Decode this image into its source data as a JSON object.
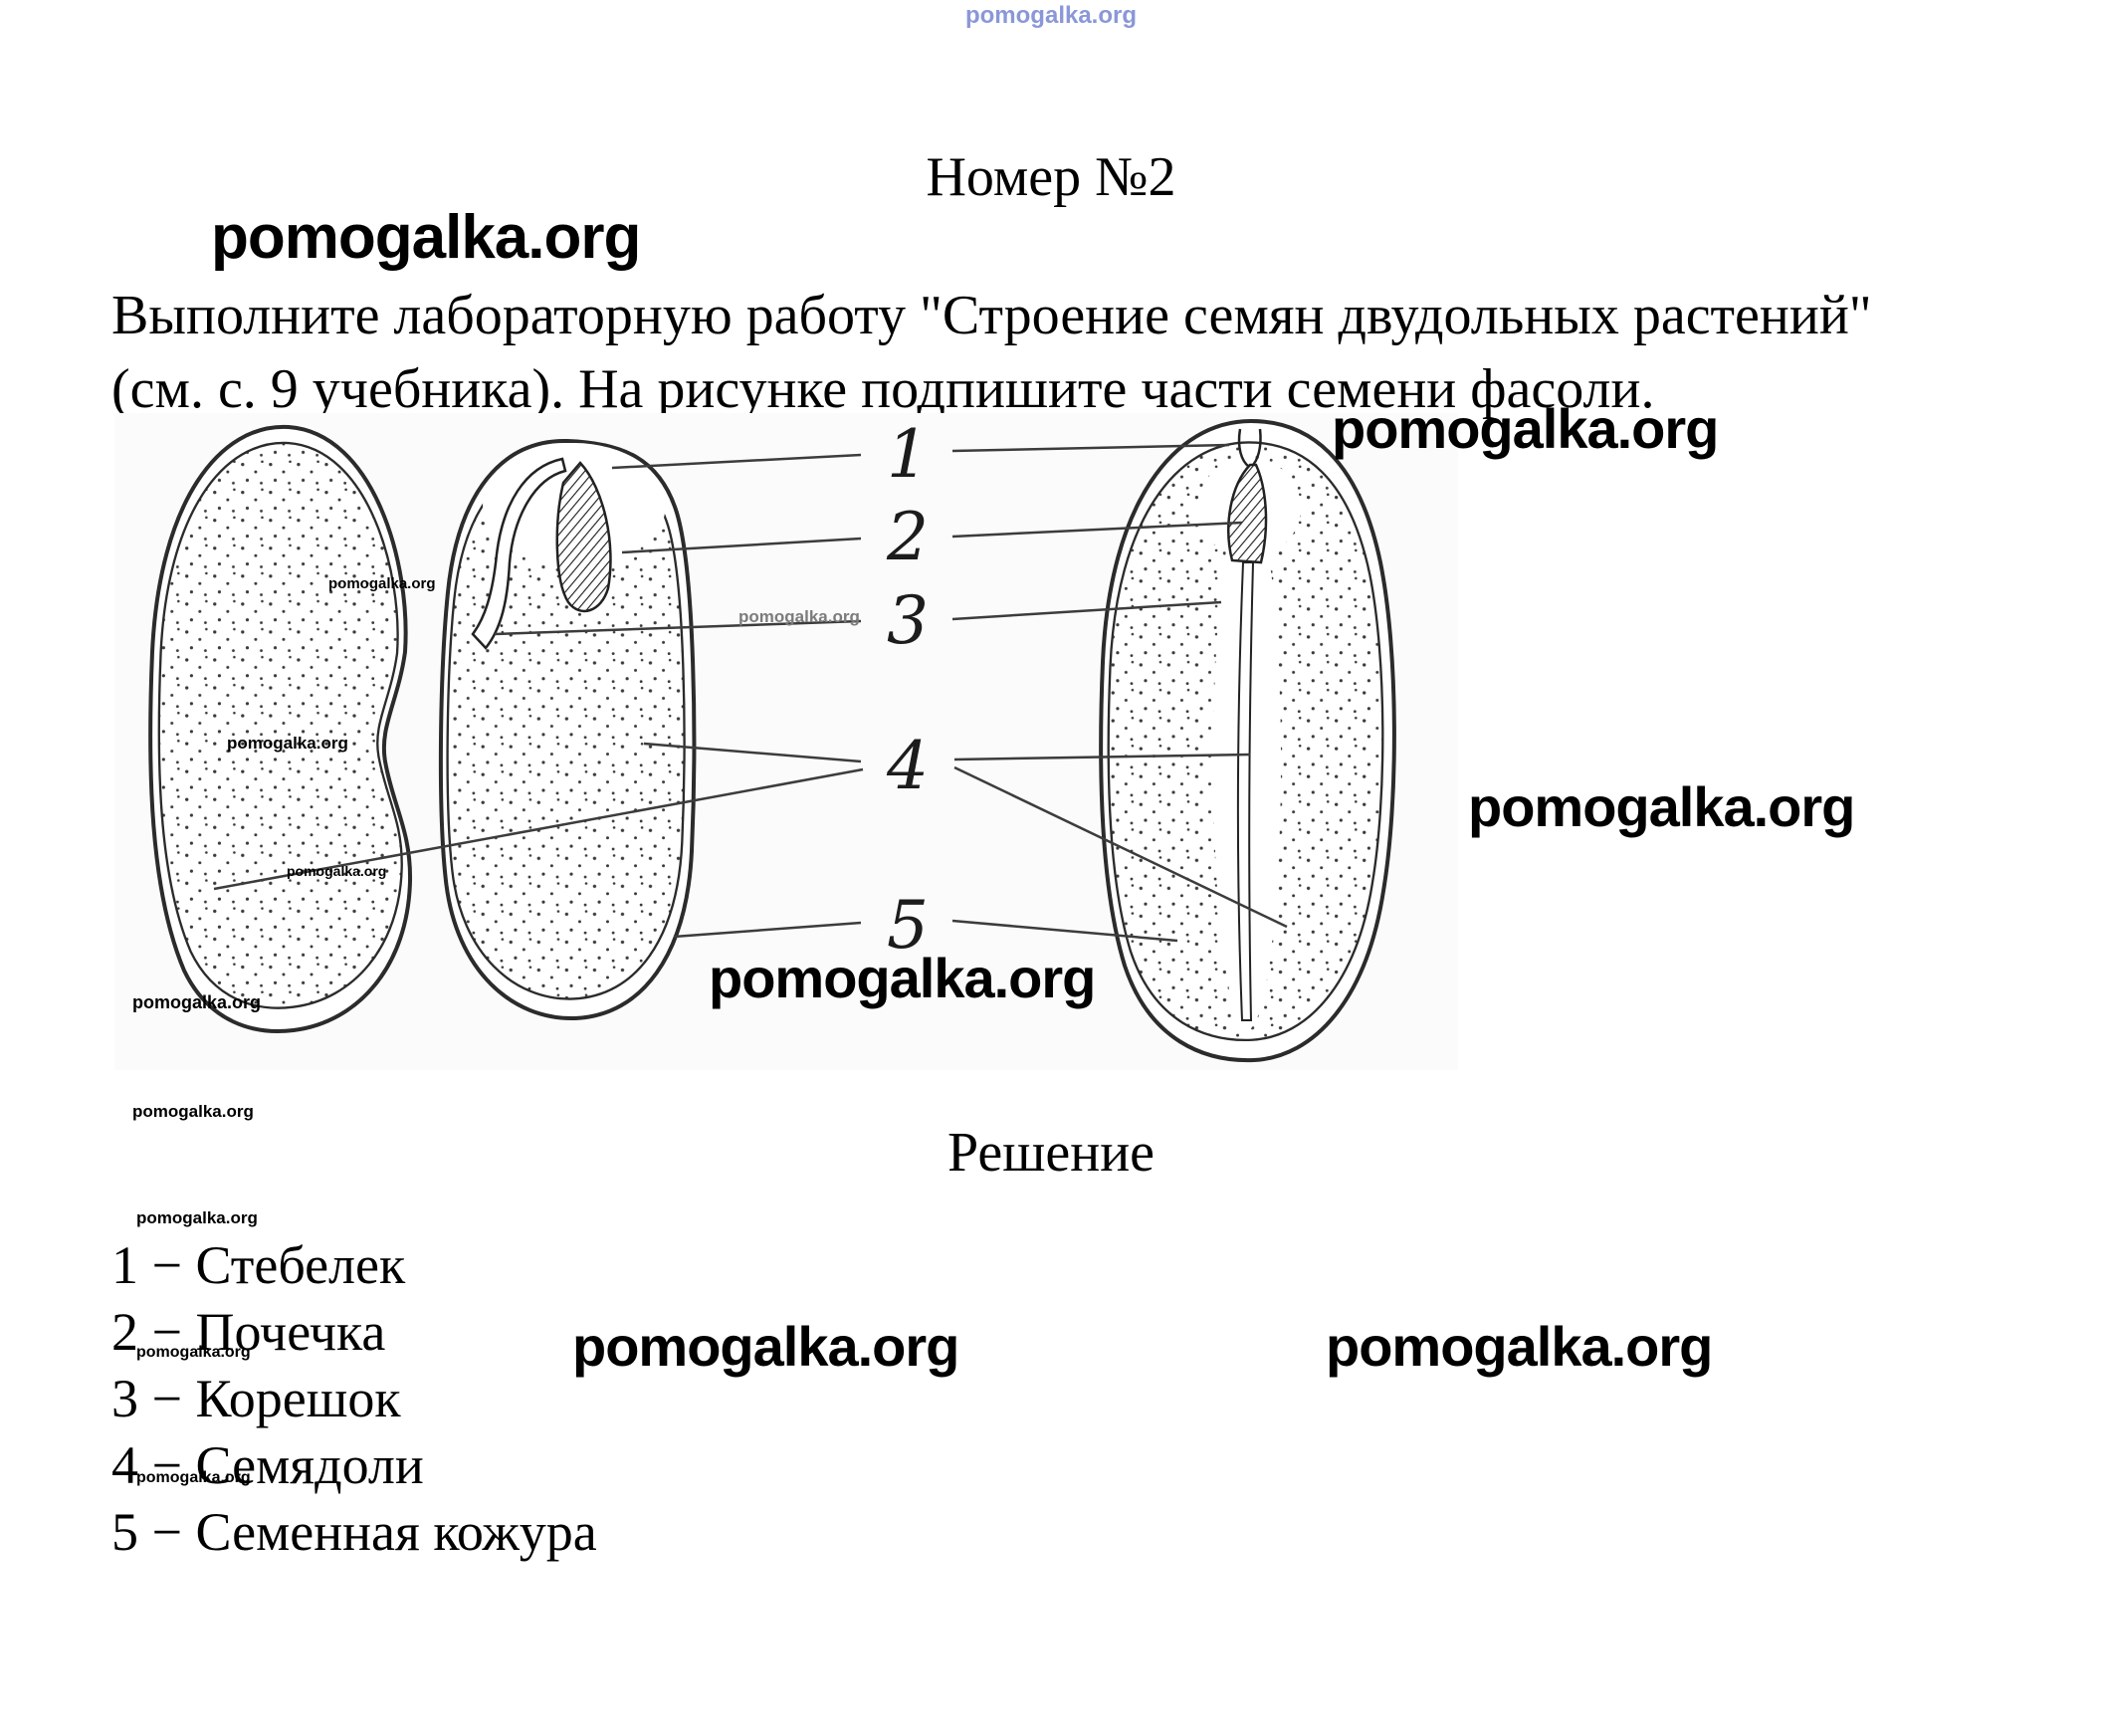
{
  "watermark": {
    "text": "pomogalka.org"
  },
  "header": {
    "title": "Номер №2"
  },
  "task": {
    "line1": "Выполните лабораторную работу \"Строение семян двудольных растений\"",
    "line2": "(см. с. 9 учебника). На рисунке подпишите части семени фасоли."
  },
  "diagram": {
    "labels": [
      "1",
      "2",
      "3",
      "4",
      "5"
    ]
  },
  "solution": {
    "heading": "Решение",
    "answers": [
      "1 − Стебелек",
      "2 − Почечка",
      "3 − Корешок",
      "4 − Семядоли",
      "5 − Семенная кожура"
    ]
  }
}
